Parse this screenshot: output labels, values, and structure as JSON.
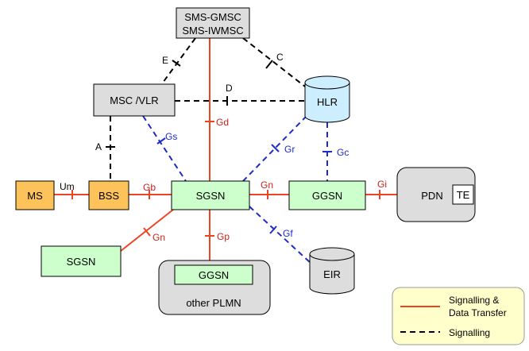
{
  "colors": {
    "signalling_data": "#ee4422",
    "signalling": "#000000",
    "gs_gr_gf": "#1f2bc8",
    "label_red": "#c8231c",
    "label_blue": "#1f2bc8",
    "ms_bss_fill": "#fdc35a",
    "sgsn_fill": "#ccffcc",
    "hlr_fill": "#cceeff",
    "gray_fill": "#dddddd",
    "legend_fill": "#ffffcc"
  },
  "nodes": {
    "sms_gmsc_line1": "SMS-GMSC",
    "sms_gmsc_line2": "SMS-IWMSC",
    "msc_vlr": "MSC /VLR",
    "hlr": "HLR",
    "ms": "MS",
    "bss": "BSS",
    "sgsn_main": "SGSN",
    "ggsn_main": "GGSN",
    "pdn": "PDN",
    "te": "TE",
    "sgsn_other": "SGSN",
    "ggsn_other": "GGSN",
    "other_plmn": "other PLMN",
    "eir": "EIR"
  },
  "interfaces": {
    "E": "E",
    "C": "C",
    "D": "D",
    "Gd": "Gd",
    "Gs": "Gs",
    "A": "A",
    "Gr": "Gr",
    "Gc": "Gc",
    "Um": "Um",
    "Gb": "Gb",
    "Gn_main": "Gn",
    "Gi": "Gi",
    "Gn_other_sgsn": "Gn",
    "Gp": "Gp",
    "Gf": "Gf"
  },
  "legend": {
    "solid_line1": "Signalling &",
    "solid_line2": "Data Transfer",
    "dashed": "Signalling"
  }
}
